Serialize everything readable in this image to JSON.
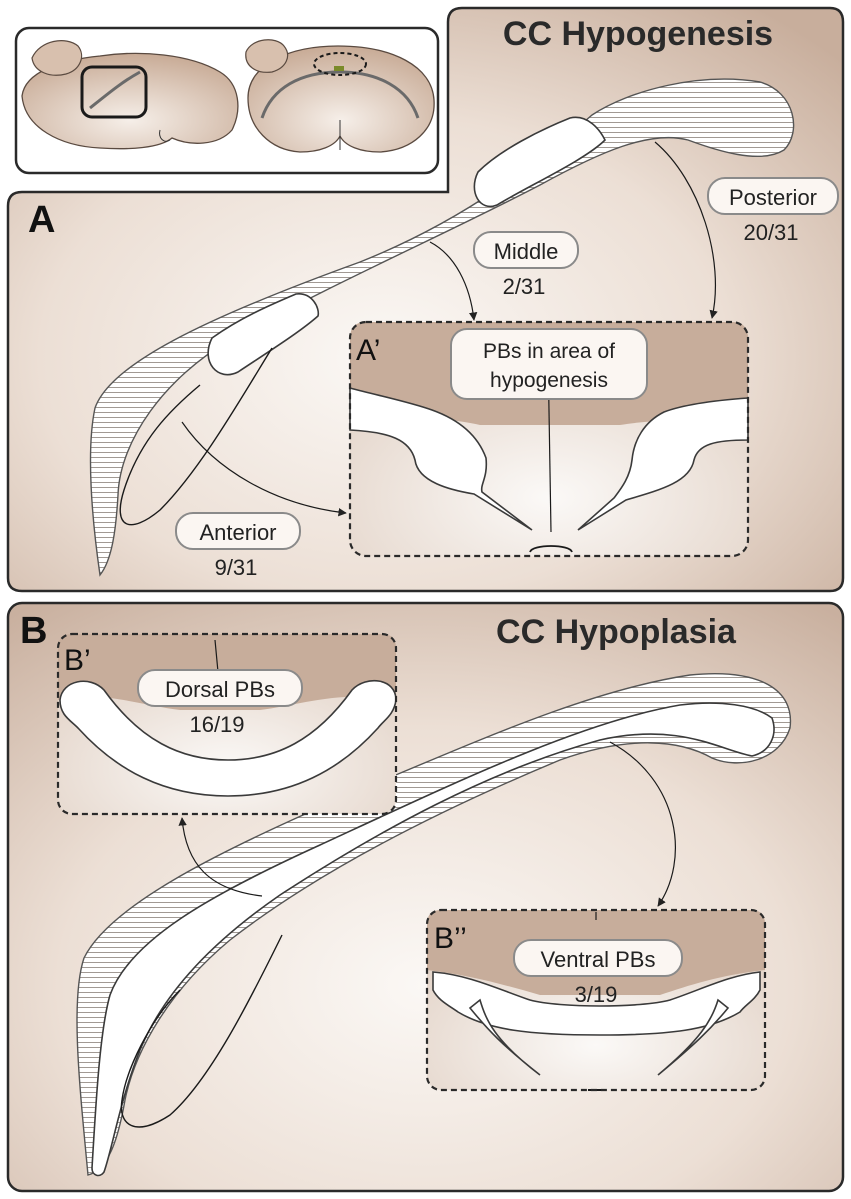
{
  "panel_a": {
    "letter": "A",
    "title": "CC Hypogenesis",
    "inset_letter": "A’",
    "inset_label_line1": "PBs in area of",
    "inset_label_line2": "hypogenesis",
    "middle": {
      "label": "Middle",
      "count": "2/31"
    },
    "posterior": {
      "label": "Posterior",
      "count": "20/31"
    },
    "anterior": {
      "label": "Anterior",
      "count": "9/31"
    }
  },
  "panel_b": {
    "letter": "B",
    "title": "CC Hypoplasia",
    "dorsal_inset_letter": "B’",
    "dorsal": {
      "label": "Dorsal PBs",
      "count": "16/19"
    },
    "ventral_inset_letter": "B’’",
    "ventral": {
      "label": "Ventral PBs",
      "count": "3/19"
    }
  },
  "colors": {
    "panel_fill_light": "#f7f1ec",
    "panel_fill_dark": "#cdb5a4",
    "inset_band": "#c7ad9b",
    "brain_fill": "#c9ad98",
    "outline": "#3a3a3a",
    "label_border": "#8a8a8a"
  }
}
